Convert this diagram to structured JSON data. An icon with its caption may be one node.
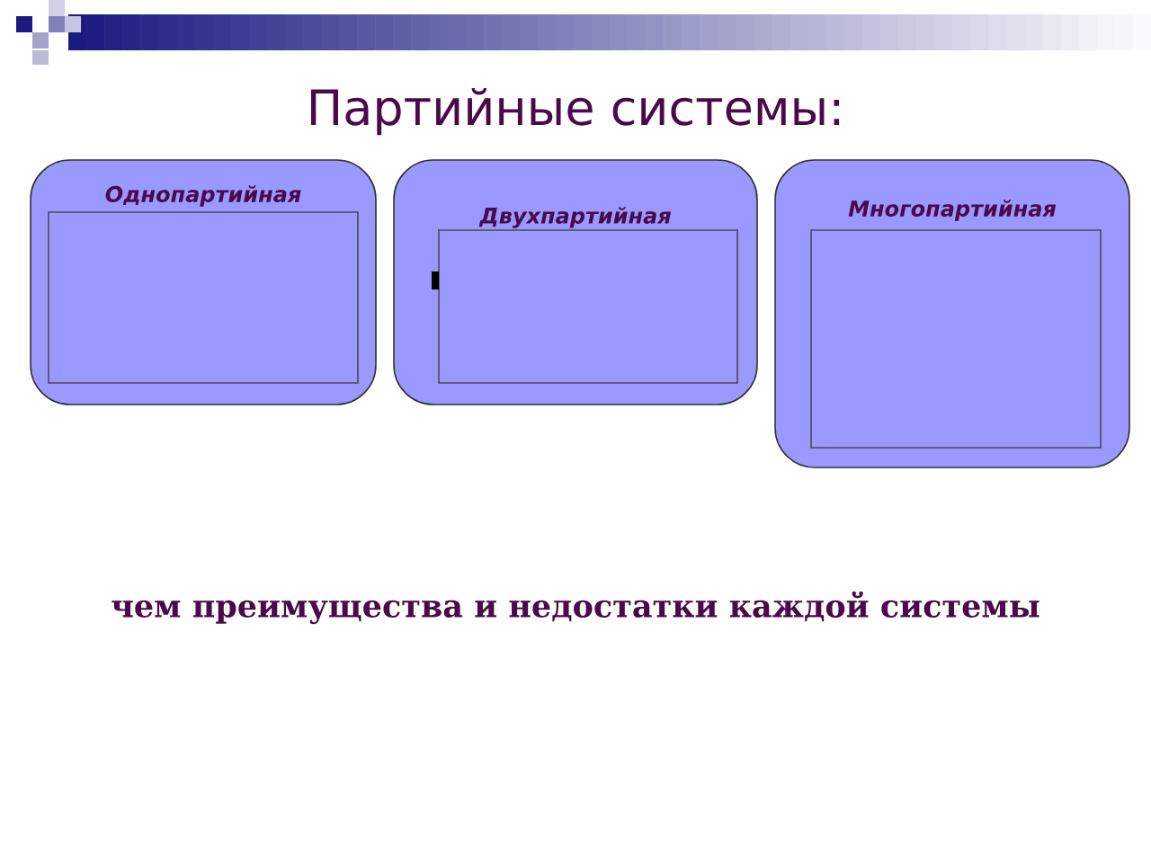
{
  "diagram": {
    "title": "Партийные системы:",
    "nodes": [
      {
        "text": [
          "Однопартийная"
        ]
      },
      {
        "text": [],
        "shape": "box",
        "in": 0
      },
      {
        "text": [
          "Двухпартийная"
        ]
      },
      {
        "text": [],
        "shape": "box",
        "in": 2
      },
      {
        "text": [
          "Многопартийная"
        ]
      },
      {
        "text": [],
        "shape": "box",
        "in": 4
      }
    ],
    "labels": [
      "чем преимущества и недостатки каждой системы"
    ]
  }
}
